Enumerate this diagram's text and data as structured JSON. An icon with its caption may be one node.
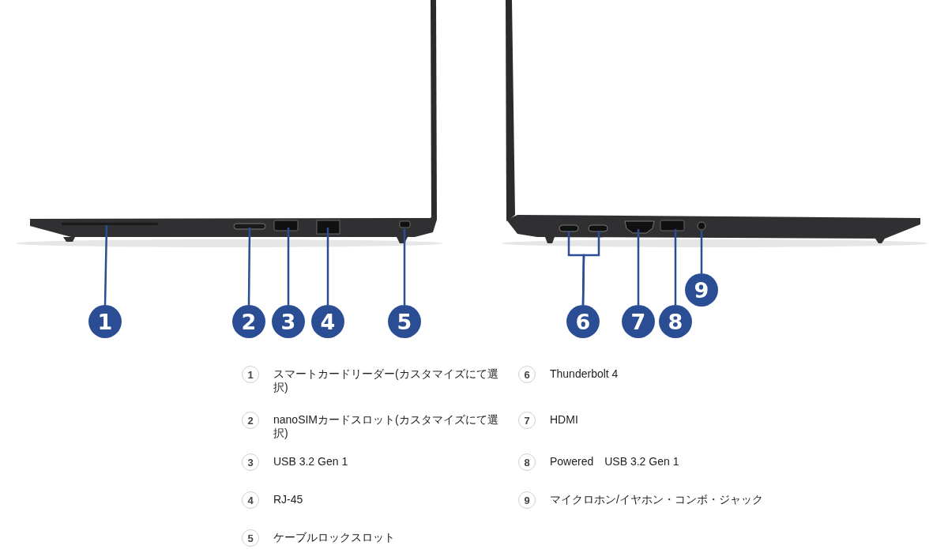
{
  "diagram": {
    "nodes": [
      {
        "text": [
          "1"
        ]
      },
      {
        "text": [
          "2"
        ]
      },
      {
        "text": [
          "3"
        ]
      },
      {
        "text": [
          "4"
        ]
      },
      {
        "text": [
          "5"
        ]
      },
      {
        "text": [
          "6"
        ]
      },
      {
        "text": [
          "7"
        ]
      },
      {
        "text": [
          "8"
        ]
      },
      {
        "text": [
          "9"
        ]
      },
      {
        "text": [
          "1"
        ],
        "beside": [
          "スマートカードリーダー(カスタマイズにて選択)"
        ]
      },
      {
        "text": [
          "2"
        ],
        "beside": [
          "nanoSIMカードスロット(カスタマイズにて選択)"
        ]
      },
      {
        "text": [
          "3"
        ],
        "beside": [
          "USB 3.2 Gen 1"
        ]
      },
      {
        "text": [
          "4"
        ],
        "beside": [
          "RJ-45"
        ]
      },
      {
        "text": [
          "5"
        ],
        "beside": [
          "ケーブルロックスロット"
        ]
      },
      {
        "text": [
          "6"
        ],
        "beside": [
          "Thunderbolt 4"
        ]
      },
      {
        "text": [
          "7"
        ],
        "beside": [
          "HDMI"
        ]
      },
      {
        "text": [
          "8"
        ],
        "beside": [
          "Powered　USB 3.2 Gen 1"
        ]
      },
      {
        "text": [
          "9"
        ],
        "beside": [
          "マイクロホン/イヤホン・コンボ・ジャック"
        ]
      }
    ],
    "edges": [
      {
        "from": 0,
        "to": null,
        "arrow": "none"
      },
      {
        "from": 1,
        "to": null,
        "arrow": "none"
      },
      {
        "from": 2,
        "to": null,
        "arrow": "none"
      },
      {
        "from": 3,
        "to": null,
        "arrow": "none"
      },
      {
        "from": 4,
        "to": null,
        "arrow": "none"
      },
      {
        "from": 5,
        "to": null,
        "arrow": "none"
      },
      {
        "from": 5,
        "to": null,
        "arrow": "none"
      },
      {
        "from": 6,
        "to": null,
        "arrow": "none"
      },
      {
        "from": 7,
        "to": null,
        "arrow": "none"
      },
      {
        "from": 8,
        "to": null,
        "arrow": "none"
      }
    ]
  }
}
